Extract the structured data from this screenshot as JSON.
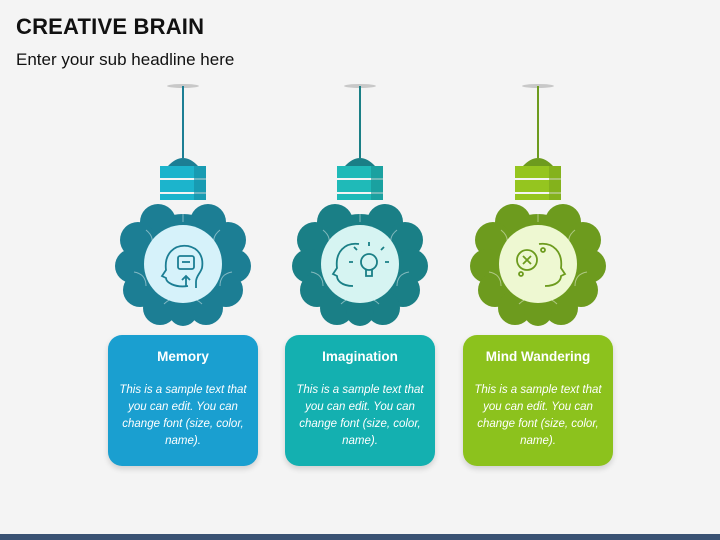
{
  "title": "CREATIVE BRAIN",
  "subtitle": "Enter your sub headline here",
  "items": [
    {
      "heading": "Memory",
      "body": "This is a sample text that you can edit. You can change font (size, color, name).",
      "icon": "head-memory-chip-icon",
      "color": "#1a9fd0",
      "dark": "#1c7e94",
      "cap": "#1cb4cc"
    },
    {
      "heading": "Imagination",
      "body": "This is a sample text that you can edit. You can change font (size, color, name).",
      "icon": "head-lightbulb-icon",
      "color": "#14b0b0",
      "dark": "#1a7f86",
      "cap": "#1fbab8"
    },
    {
      "heading": "Mind Wandering",
      "body": "This is a sample text that you can edit. You can change font (size, color, name).",
      "icon": "head-thoughts-icon",
      "color": "#8cc21d",
      "dark": "#6d9b1e",
      "cap": "#95c51f"
    }
  ]
}
